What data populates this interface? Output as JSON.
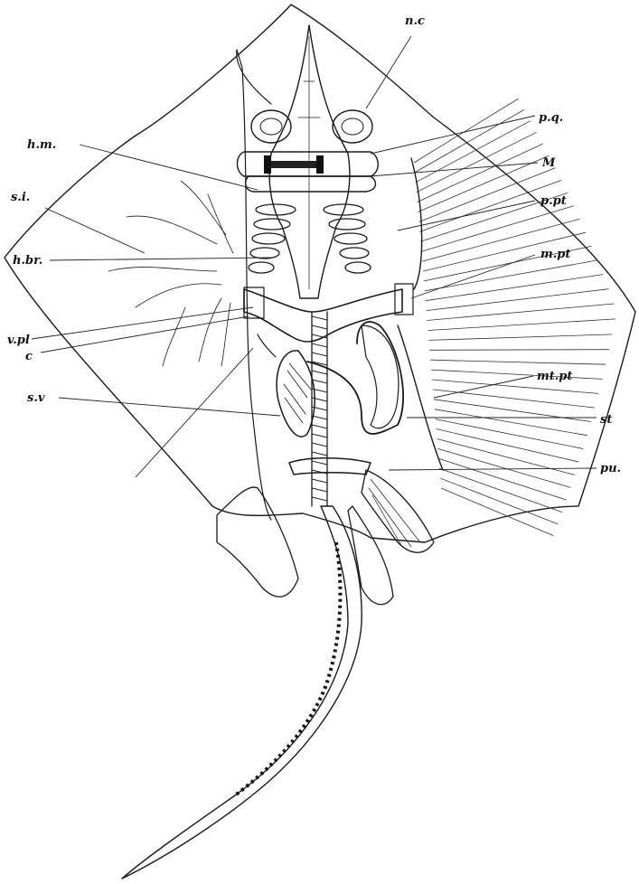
{
  "figure": {
    "labels": {
      "nc": "n.c",
      "pq": "p.q.",
      "hm": "h.m.",
      "M": "M",
      "si": "s.i.",
      "ppt": "p.pt",
      "hbr": "h.br.",
      "mpt": "m.pt",
      "vpl": "v.pl",
      "c": "c",
      "mtpt": "mt.pt",
      "sv": "s.v",
      "st": "st",
      "pu": "pu."
    }
  }
}
